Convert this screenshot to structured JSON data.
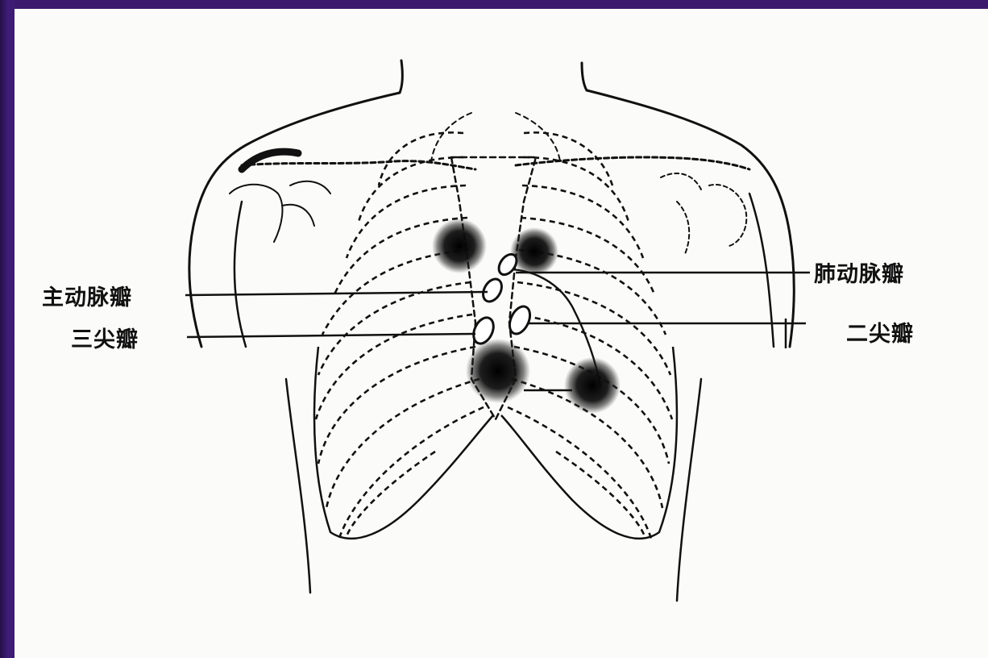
{
  "labels": {
    "aortic_valve": "主动脉瓣",
    "tricuspid_valve": "三尖瓣",
    "pulmonary_valve": "肺动脉瓣",
    "mitral_valve": "二尖瓣"
  },
  "colors": {
    "frame": "#3b1a6d",
    "paper": "#fbfbf9",
    "ink": "#111111"
  }
}
